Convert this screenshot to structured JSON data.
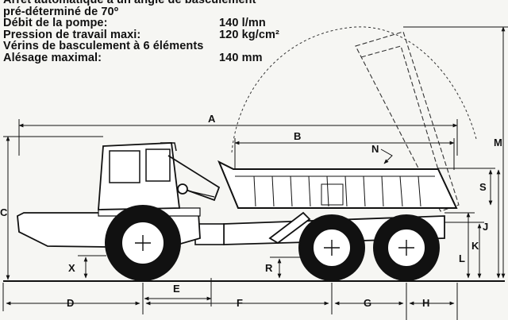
{
  "specs": [
    {
      "label": "Arrêt automatique à un angle de basculement",
      "value": ""
    },
    {
      "label": "pré-déterminé de 70º",
      "value": ""
    },
    {
      "label": "Débit de la pompe:",
      "value": "140 l/mn"
    },
    {
      "label": "Pression de travail maxi:",
      "value": "120 kg/cm²"
    },
    {
      "label": "Vérins de basculement à 6 éléments",
      "value": ""
    },
    {
      "label": "Alésage maximal:",
      "value": "140 mm"
    }
  ],
  "dimension_labels": {
    "A": "A",
    "B": "B",
    "C": "C",
    "D": "D",
    "E": "E",
    "F": "F",
    "G": "G",
    "H": "H",
    "J": "J",
    "K": "K",
    "L": "L",
    "M": "M",
    "N": "N",
    "R": "R",
    "S": "S",
    "X": "X"
  }
}
